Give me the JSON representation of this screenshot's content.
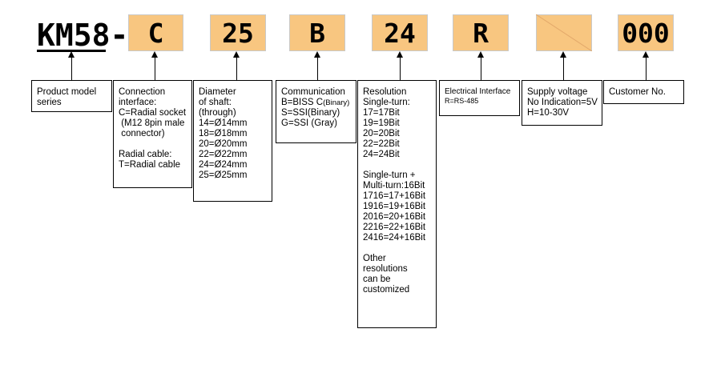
{
  "model_prefix": "KM58-",
  "codes": [
    {
      "id": "interface",
      "code": "C"
    },
    {
      "id": "shaft",
      "code": "25"
    },
    {
      "id": "communication",
      "code": "B"
    },
    {
      "id": "resolution",
      "code": "24"
    },
    {
      "id": "electrical",
      "code": "R"
    },
    {
      "id": "supply",
      "code": ""
    },
    {
      "id": "customer",
      "code": "000"
    }
  ],
  "descriptions": {
    "series": [
      "Product model",
      "series"
    ],
    "interface": [
      "Connection",
      "interface:",
      "C=Radial socket",
      " (M12 8pin male",
      " connector)",
      "",
      "Radial cable:",
      "T=Radial cable"
    ],
    "shaft": [
      "Diameter",
      "of shaft:",
      "(through)",
      "14=Ø14mm",
      "18=Ø18mm",
      "20=Ø20mm",
      "22=Ø22mm",
      "24=Ø24mm",
      "25=Ø25mm"
    ],
    "communication": [
      "Communication",
      "B=BISS C",
      "S=SSI(Binary)",
      "G=SSI (Gray)"
    ],
    "communication_suffix": "(Binary)",
    "resolution": [
      "Resolution",
      "Single-turn:",
      "17=17Bit",
      "19=19Bit",
      "20=20Bit",
      "22=22Bit",
      "24=24Bit",
      "",
      "Single-turn +",
      "Multi-turn:16Bit",
      "1716=17+16Bit",
      "1916=19+16Bit",
      "2016=20+16Bit",
      "2216=22+16Bit",
      "2416=24+16Bit",
      "",
      "Other",
      "resolutions",
      "can be",
      "customized"
    ],
    "electrical": [
      "Electrical Interface",
      "R=RS-485"
    ],
    "supply": [
      "Supply voltage",
      "No Indication=5V",
      "H=10-30V"
    ],
    "customer": [
      "Customer No."
    ]
  }
}
